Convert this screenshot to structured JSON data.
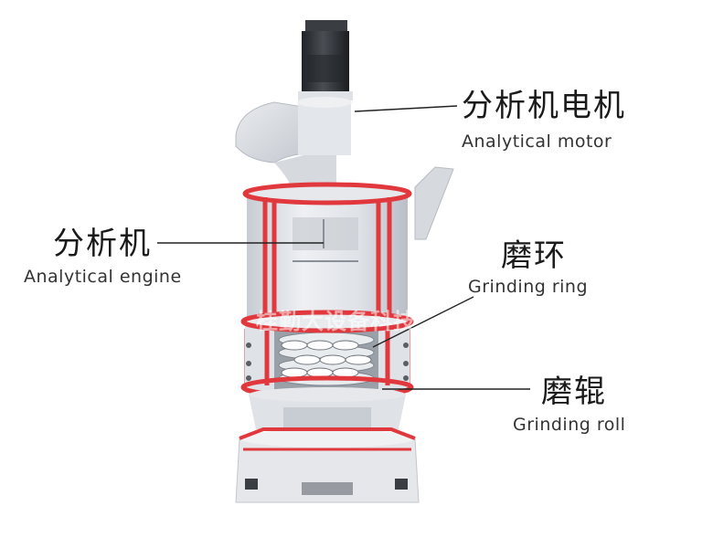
{
  "labels": {
    "motor": {
      "zh": "分析机电机",
      "en": "Analytical motor"
    },
    "engine": {
      "zh": "分析机",
      "en": "Analytical engine"
    },
    "ring": {
      "zh": "磨环",
      "en": "Grinding ring"
    },
    "roll": {
      "zh": "磨辊",
      "en": "Grinding roll"
    }
  },
  "watermark": {
    "text": "桂勤大设备科技"
  },
  "colors": {
    "frame_red": "#e0383c",
    "body_gray": "#d9dde3",
    "motor_dark": "#2c2f33"
  }
}
